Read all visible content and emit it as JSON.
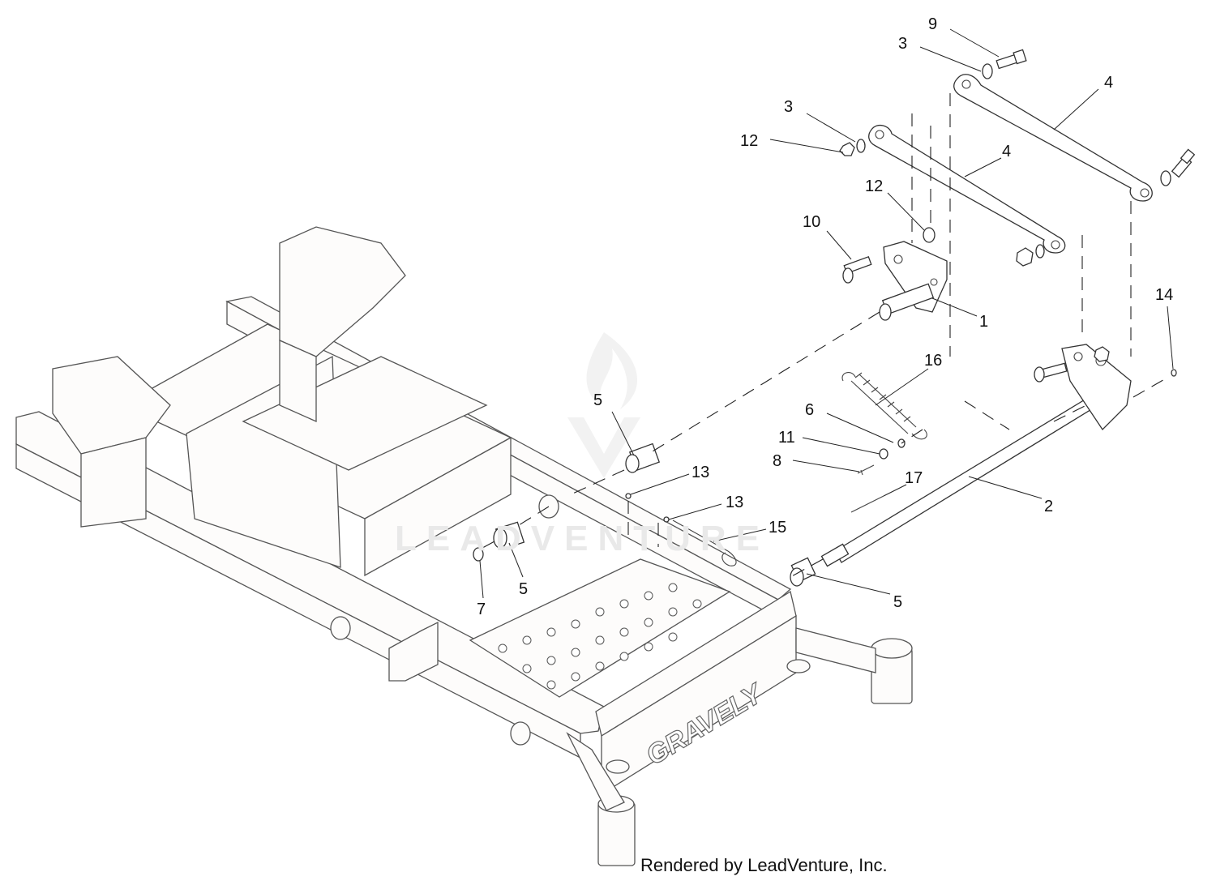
{
  "diagram": {
    "callouts": [
      {
        "id": "c9",
        "label": "9"
      },
      {
        "id": "c3a",
        "label": "3"
      },
      {
        "id": "c4a",
        "label": "4"
      },
      {
        "id": "c3b",
        "label": "3"
      },
      {
        "id": "c12a",
        "label": "12"
      },
      {
        "id": "c4b",
        "label": "4"
      },
      {
        "id": "c12b",
        "label": "12"
      },
      {
        "id": "c10",
        "label": "10"
      },
      {
        "id": "c1",
        "label": "1"
      },
      {
        "id": "c14",
        "label": "14"
      },
      {
        "id": "c16",
        "label": "16"
      },
      {
        "id": "c5a",
        "label": "5"
      },
      {
        "id": "c6",
        "label": "6"
      },
      {
        "id": "c11",
        "label": "11"
      },
      {
        "id": "c8",
        "label": "8"
      },
      {
        "id": "c13a",
        "label": "13"
      },
      {
        "id": "c17",
        "label": "17"
      },
      {
        "id": "c2",
        "label": "2"
      },
      {
        "id": "c13b",
        "label": "13"
      },
      {
        "id": "c15",
        "label": "15"
      },
      {
        "id": "c7",
        "label": "7"
      },
      {
        "id": "c5b",
        "label": "5"
      },
      {
        "id": "c5c",
        "label": "5"
      }
    ],
    "brand": "GRAVELY",
    "watermark": "LEADVENTURE",
    "credit": "Rendered by LeadVenture, Inc."
  }
}
